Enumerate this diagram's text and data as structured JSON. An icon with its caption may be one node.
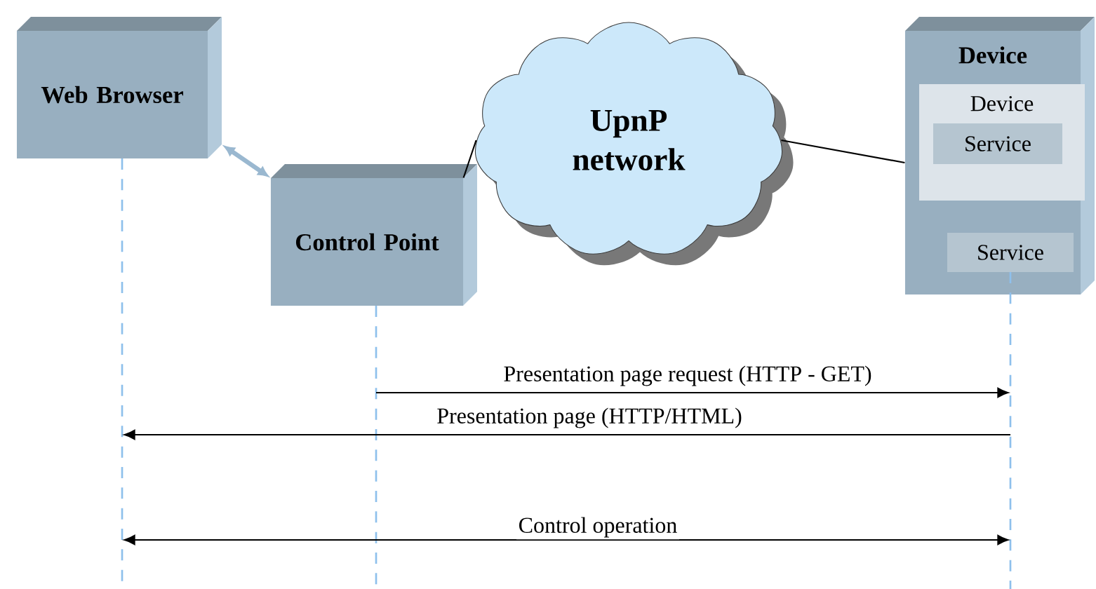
{
  "diagram": {
    "nodes": [
      {
        "text": [
          "Web Browser"
        ]
      },
      {
        "text": [
          "Control Point"
        ]
      },
      {
        "text": [
          "UpnP network"
        ]
      },
      {
        "text": [
          "Device"
        ]
      },
      {
        "text": [
          "Device"
        ],
        "in": 3
      },
      {
        "text": [
          "Service"
        ],
        "in": 4
      },
      {
        "text": [
          "Service"
        ],
        "in": 3
      },
      {
        "text": [],
        "shape": "bar"
      },
      {
        "text": [],
        "shape": "bar"
      },
      {
        "text": [],
        "shape": "bar"
      }
    ],
    "edges": [
      {
        "from": 0,
        "to": 1,
        "arrow": "both",
        "style": "thick",
        "color": "#9ab8d0"
      },
      {
        "from": 1,
        "to": 2,
        "arrow": "none"
      },
      {
        "from": 2,
        "to": 3,
        "arrow": "none"
      },
      {
        "from": 8,
        "to": 9,
        "arrow": "to",
        "label": "Presentation page request (HTTP - GET)"
      },
      {
        "from": 9,
        "to": 7,
        "arrow": "to",
        "label": "Presentation page (HTTP/HTML)"
      },
      {
        "from": 7,
        "to": 9,
        "arrow": "both",
        "label": "Control operation"
      }
    ]
  }
}
